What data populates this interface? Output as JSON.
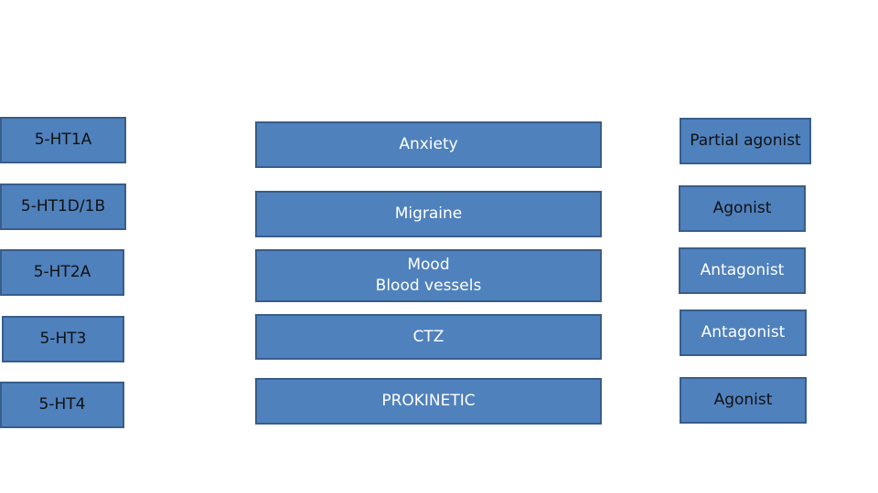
{
  "receptors": [
    "5-HT1A",
    "5-HT1D/1B",
    "5-HT2A",
    "5-HT3",
    "5-HT4"
  ],
  "effects": [
    [
      "Anxiety"
    ],
    [
      "Migraine"
    ],
    [
      "Mood",
      "Blood vessels"
    ],
    [
      "CTZ"
    ],
    [
      "PROKINETIC"
    ]
  ],
  "actions": [
    "Partial agonist",
    "Agonist",
    "Antagonist",
    "Antagonist",
    "Agonist"
  ],
  "colors": {
    "box_fill": "#4f81bd",
    "box_border": "#385d8a",
    "receptor_text": "#111111",
    "effect_text": "#ffffff",
    "action_text": "#111111"
  }
}
